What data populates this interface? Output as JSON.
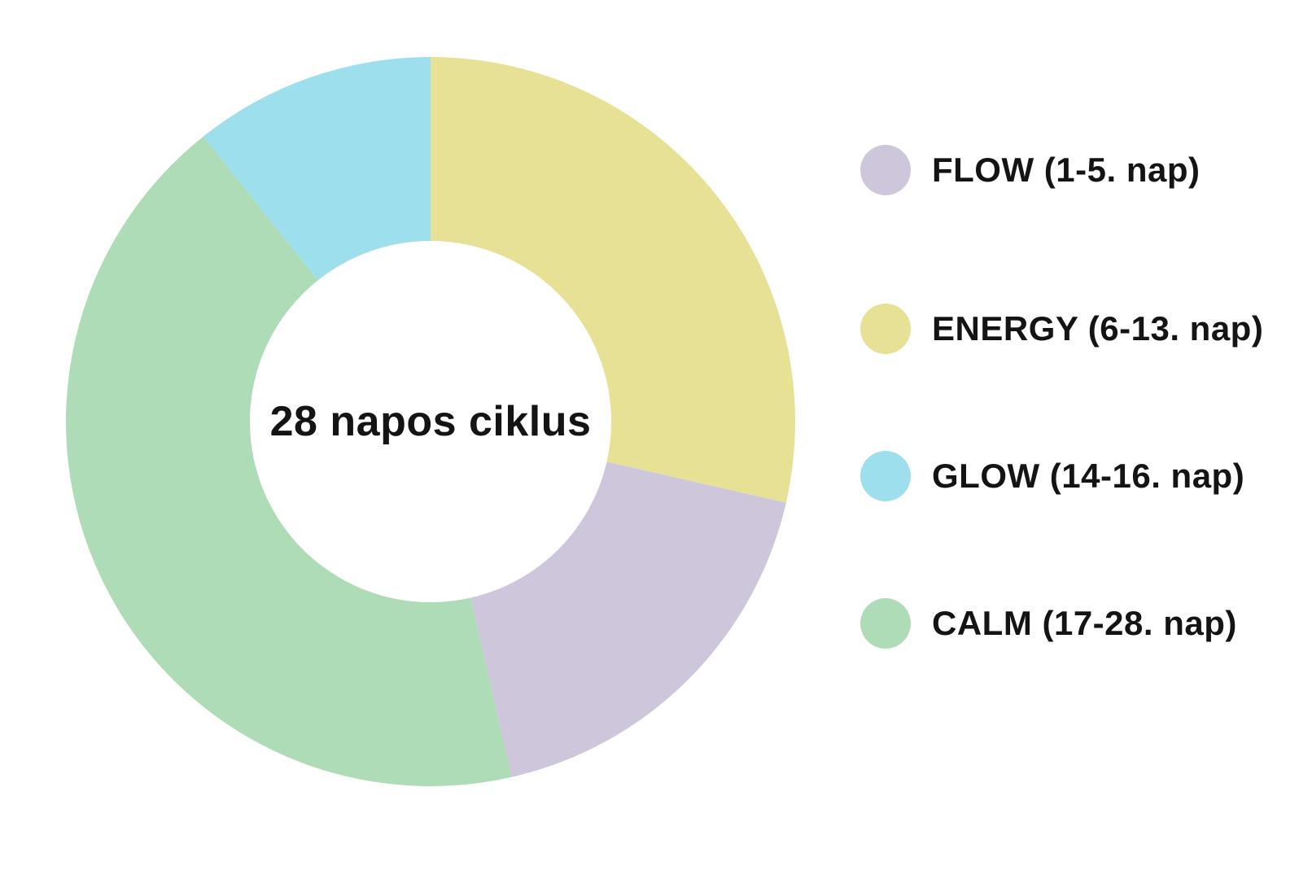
{
  "chart": {
    "center_label": "28 napos ciklus"
  },
  "chart_data": {
    "type": "pie",
    "subtype": "donut",
    "title": "28 napos ciklus",
    "unit": "nap",
    "total": 28,
    "start_angle_deg": 0,
    "direction": "clockwise",
    "legend_position": "right",
    "segments": [
      {
        "label": "ENERGY",
        "days": "6-13",
        "value": 8,
        "color": "#e6e194"
      },
      {
        "label": "FLOW",
        "days": "1-5",
        "value": 5,
        "color": "#cec7db"
      },
      {
        "label": "CALM",
        "days": "17-28",
        "value": 12,
        "color": "#addcb6"
      },
      {
        "label": "GLOW",
        "days": "14-16",
        "value": 3,
        "color": "#9edfee"
      }
    ]
  },
  "legend": {
    "items": [
      {
        "label": "FLOW (1-5. nap)",
        "color": "#cec7db"
      },
      {
        "label": "ENERGY (6-13. nap)",
        "color": "#e6e194"
      },
      {
        "label": "GLOW (14-16. nap)",
        "color": "#9edfee"
      },
      {
        "label": "CALM (17-28. nap)",
        "color": "#addcb6"
      }
    ]
  }
}
